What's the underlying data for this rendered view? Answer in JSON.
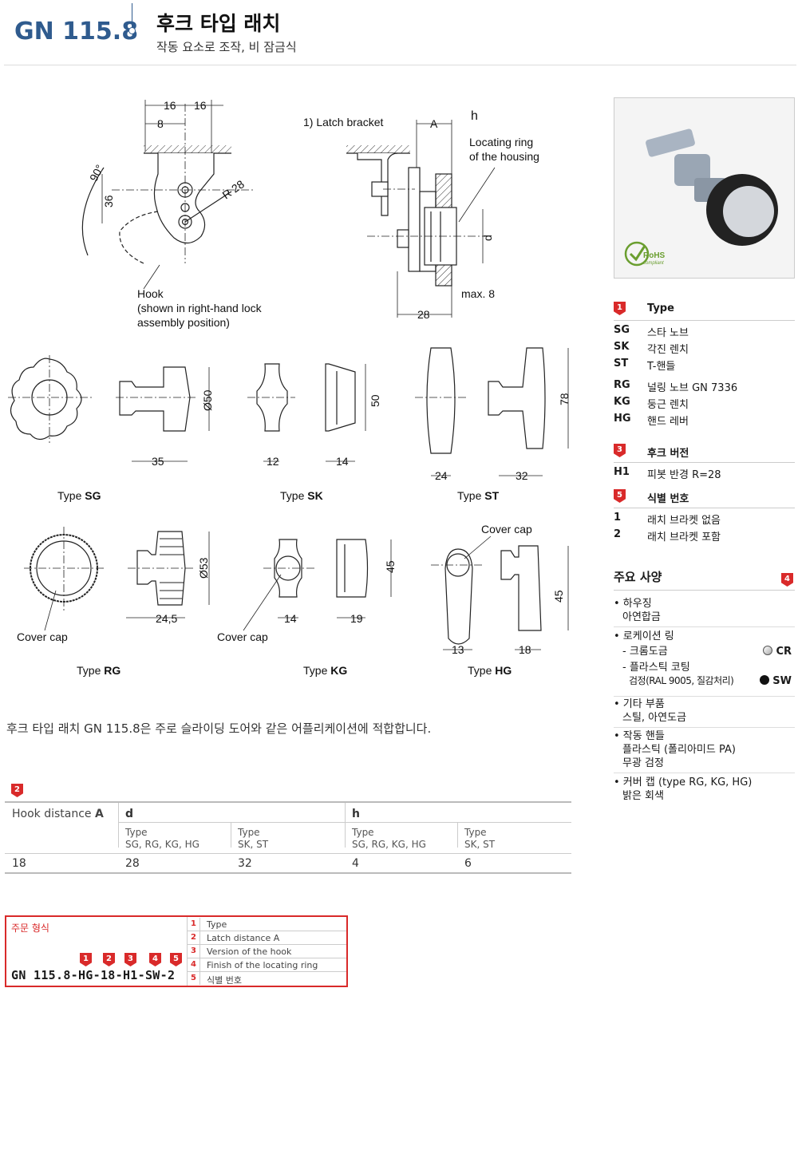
{
  "header": {
    "code": "GN 115.8",
    "title": "후크 타입 래치",
    "subtitle": "작동 요소로 조작, 비 잠금식"
  },
  "drawing": {
    "dims_top": [
      "16",
      "16",
      "8",
      "90°",
      "36",
      "R 28"
    ],
    "latch_bracket": "1) Latch bracket",
    "locating_ring": [
      "Locating ring",
      "of the housing"
    ],
    "dim_A": "A",
    "dim_h": "h",
    "dim_d": "d",
    "dim_28": "28",
    "max8": "max. 8",
    "hook_note": [
      "Hook",
      "(shown in right-hand lock",
      "assembly position)"
    ],
    "SG": {
      "label": "Type",
      "type": "SG",
      "d50": "Ø50",
      "w35": "35"
    },
    "SK": {
      "label": "Type",
      "type": "SK",
      "w12": "12",
      "w14": "14",
      "h50": "50"
    },
    "ST": {
      "label": "Type",
      "type": "ST",
      "w24": "24",
      "w32": "32",
      "h78": "78"
    },
    "RG": {
      "label": "Type",
      "type": "RG",
      "d53": "Ø53",
      "w245": "24,5",
      "cover": "Cover cap"
    },
    "KG": {
      "label": "Type",
      "type": "KG",
      "w14": "14",
      "w19": "19",
      "h45": "45",
      "cover": "Cover cap"
    },
    "HG": {
      "label": "Type",
      "type": "HG",
      "w13": "13",
      "w18": "18",
      "h45": "45",
      "cover": "Cover cap"
    }
  },
  "types": {
    "heading_num": "1",
    "heading": "Type",
    "items": [
      {
        "k": "SG",
        "v": "스타 노브"
      },
      {
        "k": "SK",
        "v": "각진 렌치"
      },
      {
        "k": "ST",
        "v": "T-핸들"
      },
      {
        "k": "RG",
        "v": "널링 노브 GN 7336"
      },
      {
        "k": "KG",
        "v": "둥근 렌치"
      },
      {
        "k": "HG",
        "v": "핸드 레버"
      }
    ]
  },
  "hook": {
    "heading_num": "3",
    "heading": "후크 버전",
    "items": [
      {
        "k": "H1",
        "v": "피봇 반경 R=28"
      }
    ]
  },
  "ident": {
    "heading_num": "5",
    "heading": "식별 번호",
    "items": [
      {
        "k": "1",
        "v": "래치 브라켓 없음"
      },
      {
        "k": "2",
        "v": "래치 브라켓 포함"
      }
    ]
  },
  "features": {
    "heading": "주요 사양",
    "heading_num": "4",
    "housing": [
      "• 하우징",
      "아연합금"
    ],
    "ring_title": "• 로케이션 링",
    "ring_cr": "- 크롬도금",
    "cr": "CR",
    "ring_sw1": "- 플라스틱 코팅",
    "ring_sw2": "검정(RAL 9005, 질감처리)",
    "sw": "SW",
    "other": [
      "• 기타 부품",
      "스틸, 아연도금"
    ],
    "handle": [
      "• 작동 핸들",
      "플라스틱 (폴리아미드 PA)",
      "무광 검정"
    ],
    "cover": [
      "• 커버 캡 (type RG, KG, HG)",
      "밝은 회색"
    ]
  },
  "intro": "후크 타입 래치 GN 115.8은 주로 슬라이딩 도어와 같은 어플리케이션에 적합합니다.",
  "table": {
    "badge": "2",
    "col_hook_prefix": "Hook distance ",
    "col_hook_bold": "A",
    "col_d": "d",
    "col_h": "h",
    "sub": [
      [
        "Type",
        "SG, RG, KG, HG"
      ],
      [
        "Type",
        "SK, ST"
      ],
      [
        "Type",
        "SG, RG, KG, HG"
      ],
      [
        "Type",
        "SK, ST"
      ]
    ],
    "row": [
      "18",
      "28",
      "32",
      "4",
      "6"
    ]
  },
  "order": {
    "label": "주문 형식",
    "code": "GN 115.8-HG-18-H1-SW-2",
    "badges": [
      "1",
      "2",
      "3",
      "4",
      "5"
    ],
    "legend": [
      {
        "n": "1",
        "t": "Type"
      },
      {
        "n": "2",
        "t": "Latch distance A"
      },
      {
        "n": "3",
        "t": "Version of the hook"
      },
      {
        "n": "4",
        "t": "Finish of the locating ring"
      },
      {
        "n": "5",
        "t": "식별 번호"
      }
    ]
  },
  "rohs": {
    "line1": "RoHS",
    "line2": "compliant"
  }
}
